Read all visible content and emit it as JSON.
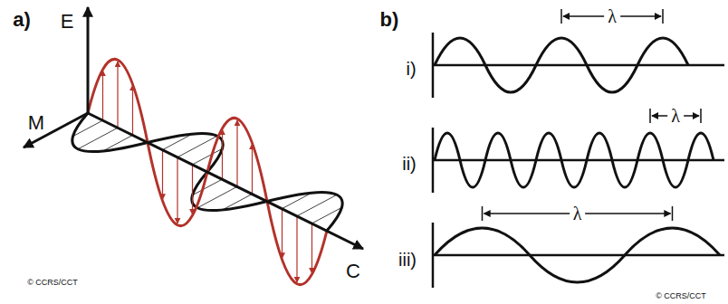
{
  "diagram": {
    "labels": [
      "a)",
      "E",
      "M",
      "C",
      "© CCRS/CCT",
      "b)",
      "λ",
      "i)",
      "λ",
      "ii)",
      "λ",
      "iii)",
      "© CCRS/CCT"
    ]
  }
}
